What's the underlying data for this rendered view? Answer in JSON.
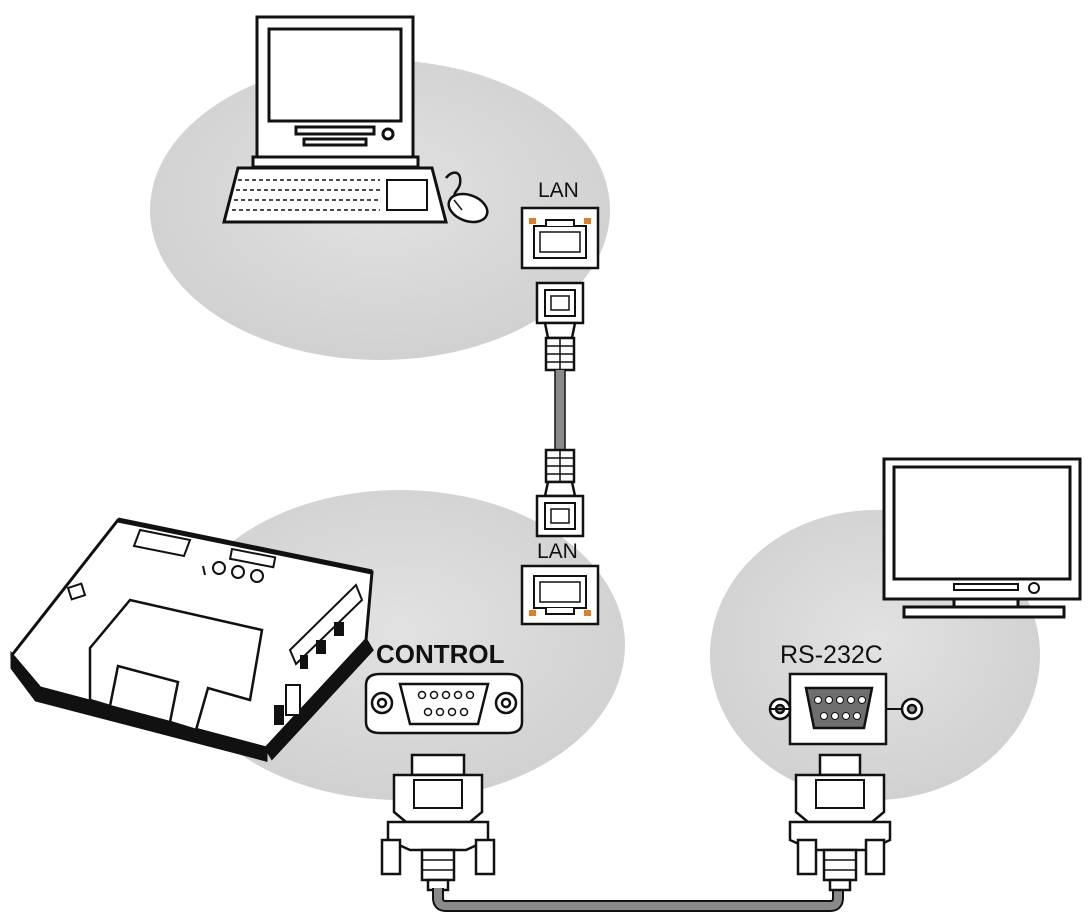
{
  "labels": {
    "lan_top": "LAN",
    "lan_projector": "LAN",
    "control": "CONTROL",
    "rs232c": "RS-232C"
  },
  "colors": {
    "ellipse": "#d9d9d9",
    "stroke": "#111111",
    "cable": "#8a8a8a",
    "port_orange": "#d9822b",
    "db_pins_fill": "#6e6e6e"
  },
  "icons": [
    "computer-monitor-icon",
    "keyboard-icon",
    "mouse-icon",
    "lan-port-icon",
    "rj45-connector-icon",
    "projector-icon",
    "db9-connector-icon",
    "display-monitor-icon"
  ]
}
